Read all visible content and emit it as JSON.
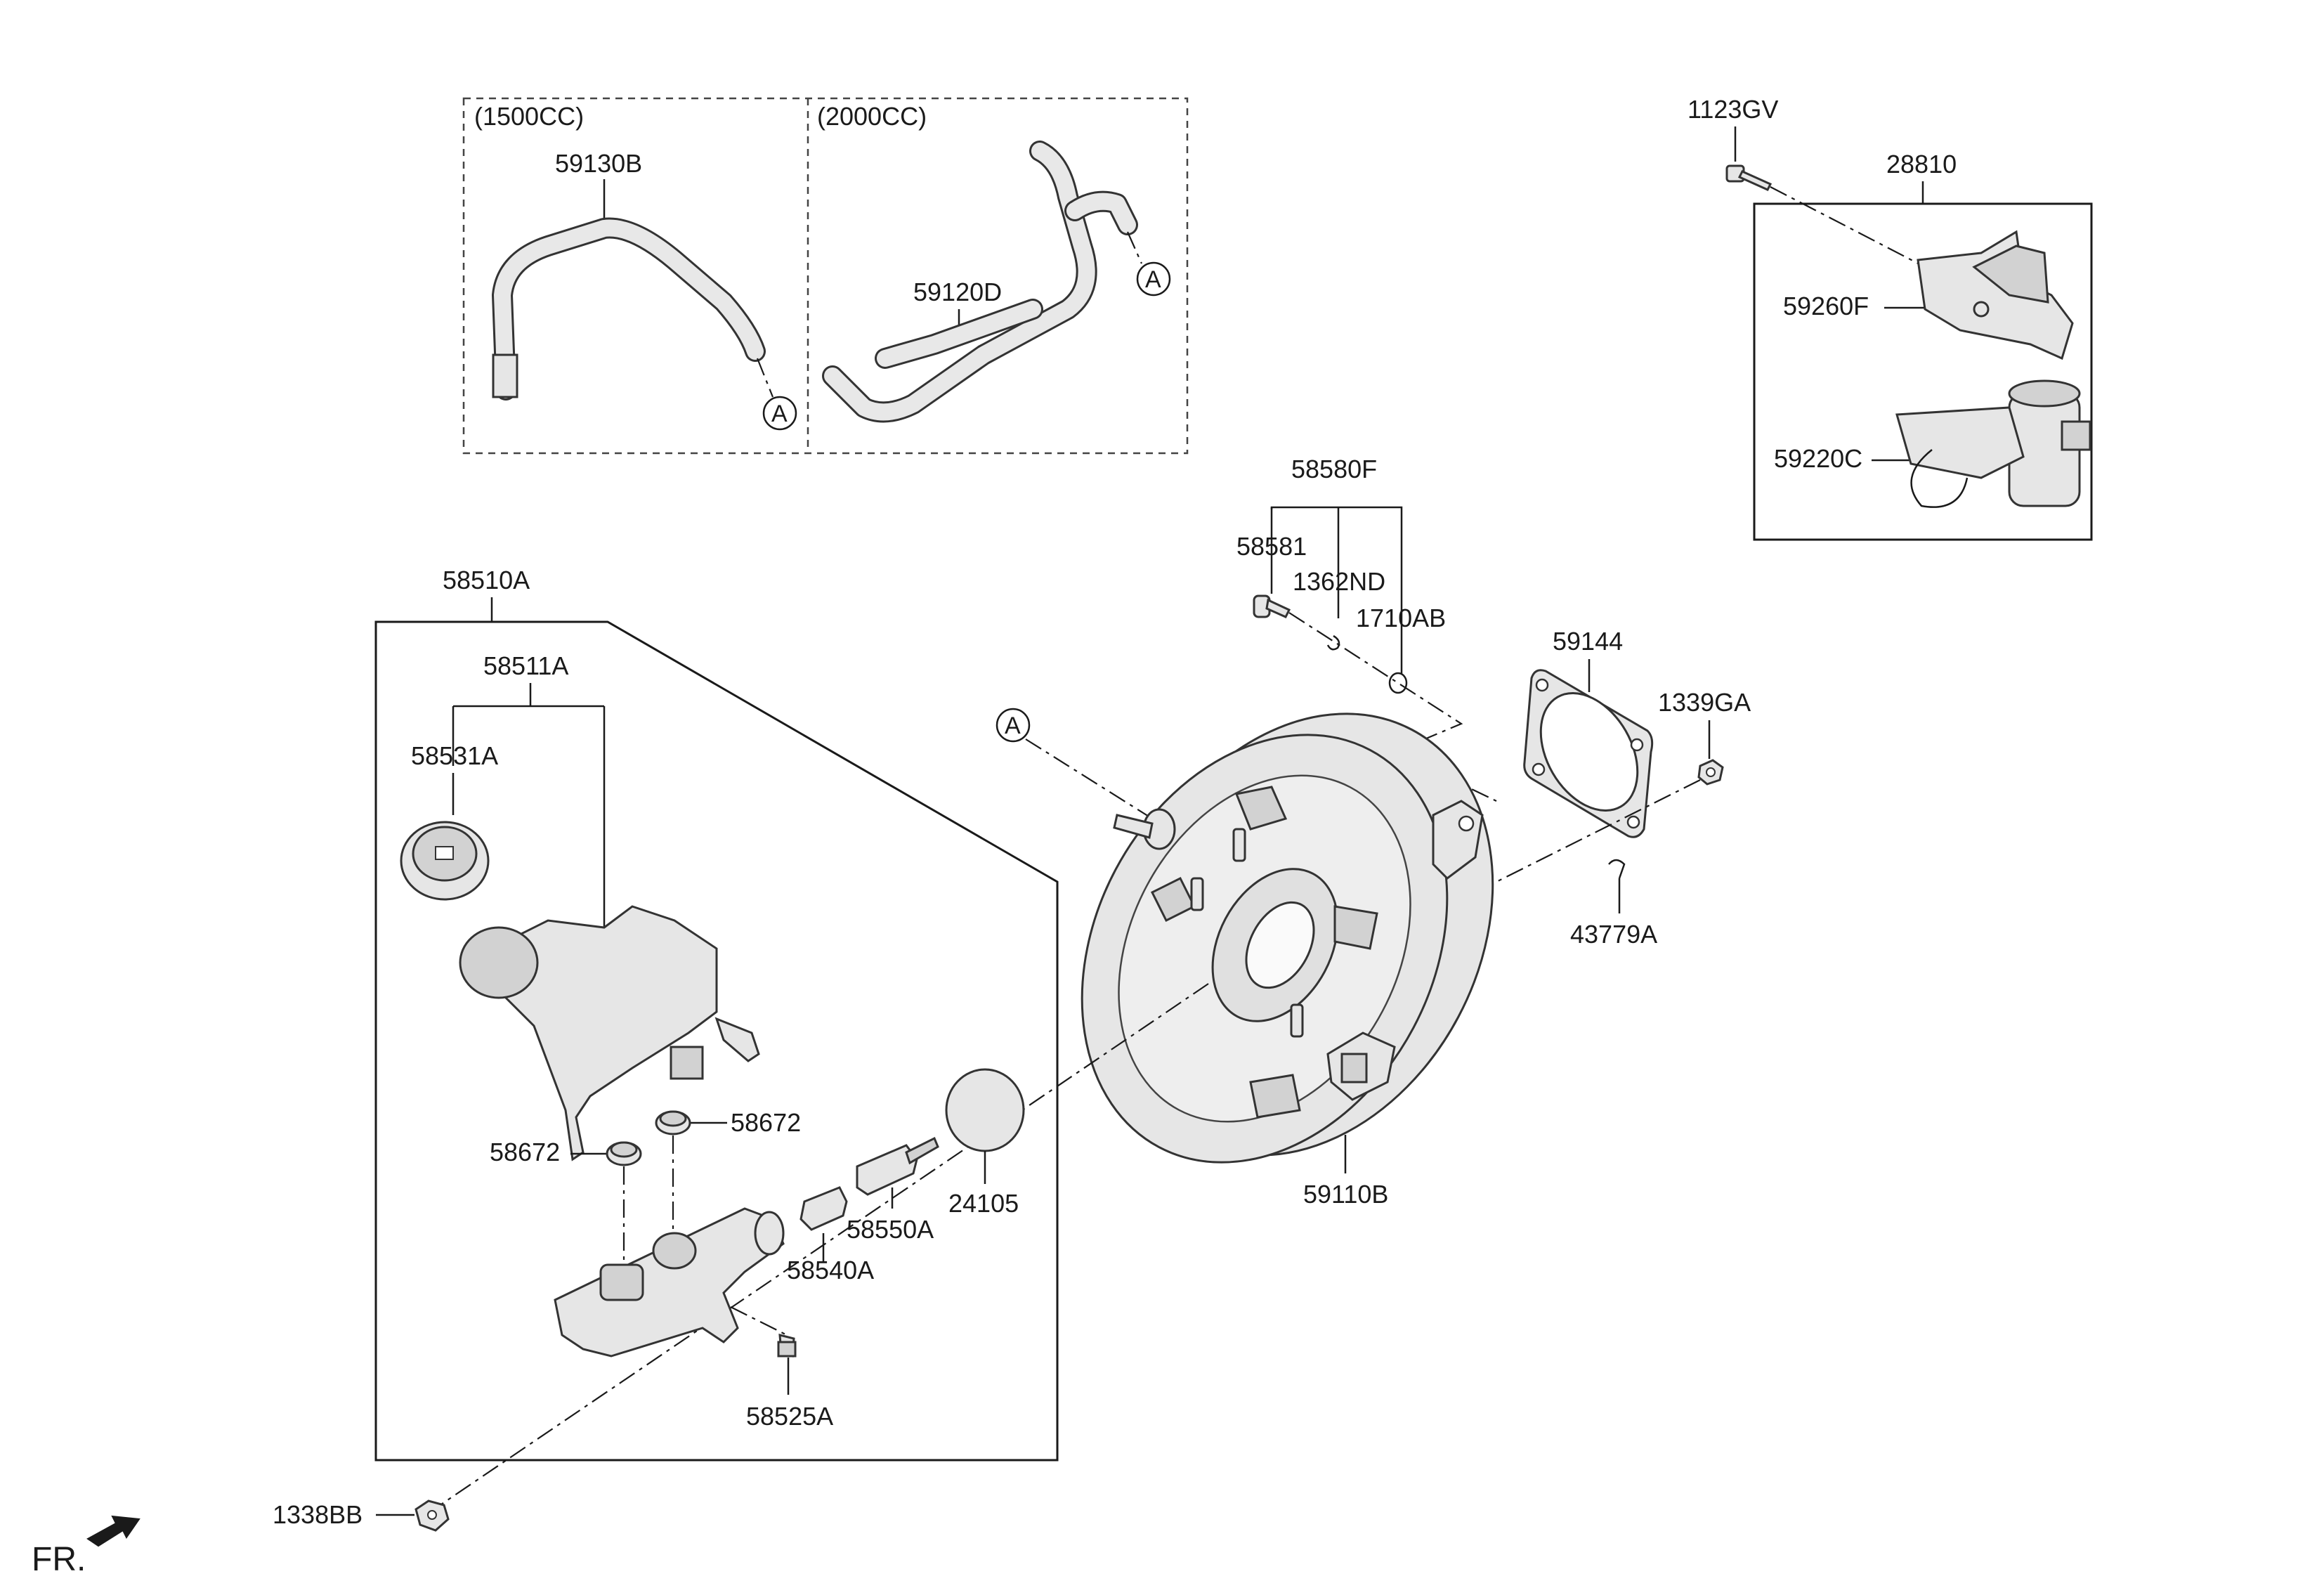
{
  "labels": {
    "variant_1500": "(1500CC)",
    "variant_2000": "(2000CC)",
    "p59130B": "59130B",
    "p59120D": "59120D",
    "p1123GV": "1123GV",
    "p28810": "28810",
    "p59260F": "59260F",
    "p59220C": "59220C",
    "p58580F": "58580F",
    "p58581": "58581",
    "p1362ND": "1362ND",
    "p1710AB": "1710AB",
    "p59144": "59144",
    "p1339GA": "1339GA",
    "p43779A": "43779A",
    "p58510A": "58510A",
    "p58511A": "58511A",
    "p58531A": "58531A",
    "p58672a": "58672",
    "p58672b": "58672",
    "p24105": "24105",
    "p58550A": "58550A",
    "p58540A": "58540A",
    "p58525A": "58525A",
    "p59110B": "59110B",
    "p1338BB": "1338BB",
    "callout": "A",
    "front": "FR."
  }
}
